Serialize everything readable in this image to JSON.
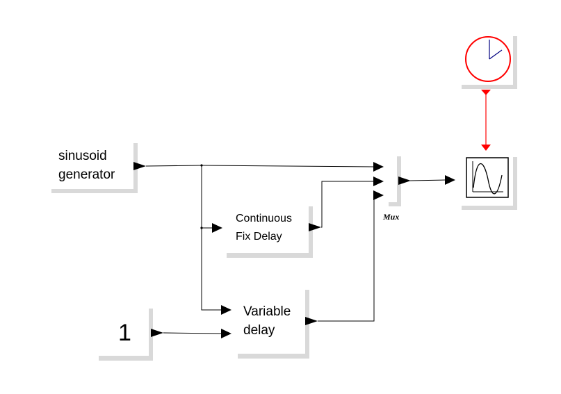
{
  "blocks": {
    "sinusoid": {
      "line1": "sinusoid",
      "line2": "generator"
    },
    "fix_delay": {
      "line1": "Continuous",
      "line2": "Fix Delay"
    },
    "var_delay": {
      "line1": "Variable",
      "line2": "delay"
    },
    "constant": {
      "value": "1"
    },
    "mux": {
      "label": "Mux"
    },
    "clock": {
      "icon": "clock-icon"
    },
    "scope": {
      "icon": "scope-waveform-icon"
    }
  },
  "colors": {
    "wire": "#000000",
    "event_link": "#ff0000",
    "block_face": "#ffffff",
    "block_shadow": "#d9d9d9"
  }
}
